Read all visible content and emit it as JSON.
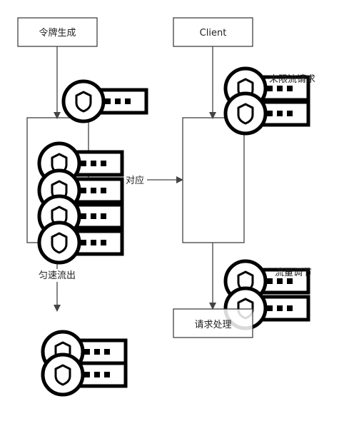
{
  "nodes": {
    "token_gen": "令牌生成",
    "client": "Client",
    "process": "请求处理"
  },
  "labels": {
    "match": "对应",
    "uniform_out": "匀速流出",
    "unlimited": "未限流请求",
    "rate_limited": "流量调节"
  },
  "icons": {
    "token": "key-icon",
    "request": "key-icon"
  },
  "colors": {
    "stroke": "#000000",
    "line": "#444444",
    "text": "#222222"
  }
}
